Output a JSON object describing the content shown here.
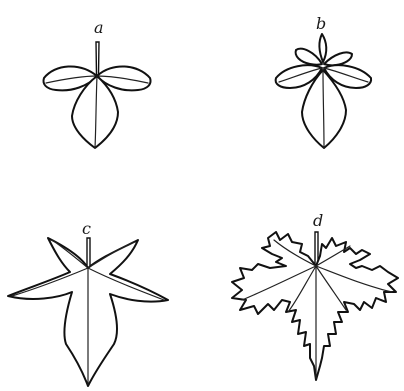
{
  "figure": {
    "panels": [
      {
        "id": "a",
        "label": "a",
        "leaf_type": "trifoliate"
      },
      {
        "id": "b",
        "label": "b",
        "leaf_type": "pentafoliate"
      },
      {
        "id": "c",
        "label": "c",
        "leaf_type": "palmately-lobed"
      },
      {
        "id": "d",
        "label": "d",
        "leaf_type": "palmately-lobed-toothed"
      }
    ],
    "colors": {
      "background": "#ffffff",
      "ink": "#111111"
    }
  }
}
